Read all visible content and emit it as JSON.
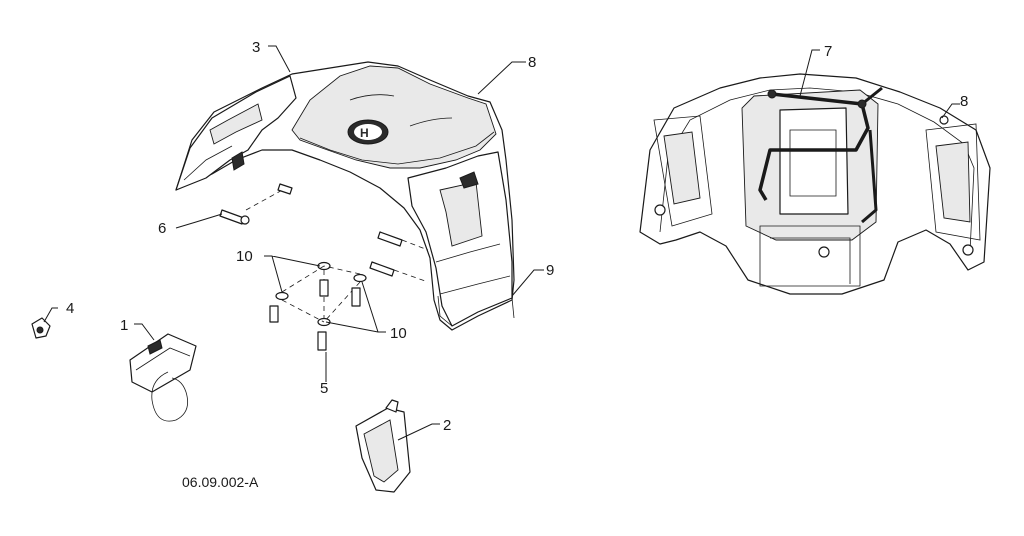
{
  "drawing_code": "06.09.002-A",
  "callouts": {
    "c1": "1",
    "c2": "2",
    "c3": "3",
    "c4": "4",
    "c5": "5",
    "c6": "6",
    "c7": "7",
    "c8_left": "8",
    "c8_right": "8",
    "c9": "9",
    "c10_top": "10",
    "c10_bottom": "10"
  }
}
